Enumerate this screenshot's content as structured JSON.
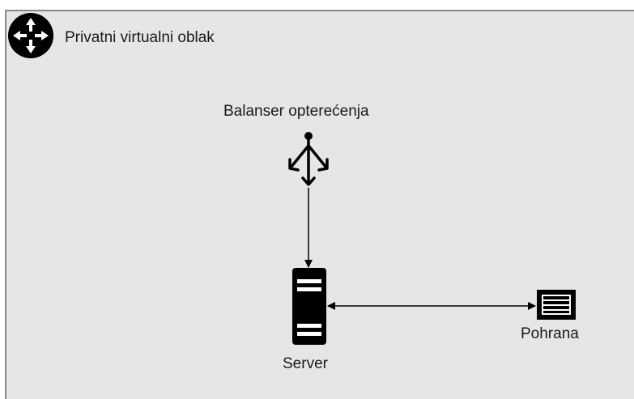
{
  "diagram": {
    "container": {
      "title": "Privatni virtualni oblak",
      "icon": "router-icon",
      "fill": "#e6e6e6",
      "stroke": "#666666"
    },
    "nodes": {
      "load_balancer": {
        "label": "Balanser opterećenja",
        "icon": "load-balancer-icon"
      },
      "server": {
        "label": "Server",
        "icon": "server-icon"
      },
      "storage": {
        "label": "Pohrana",
        "icon": "storage-icon"
      }
    },
    "edges": [
      {
        "from": "load_balancer",
        "to": "server",
        "direction": "forward"
      },
      {
        "from": "server",
        "to": "storage",
        "direction": "both"
      }
    ],
    "colors": {
      "icon": "#000000",
      "line": "#000000",
      "text": "#1a1a1a"
    }
  }
}
